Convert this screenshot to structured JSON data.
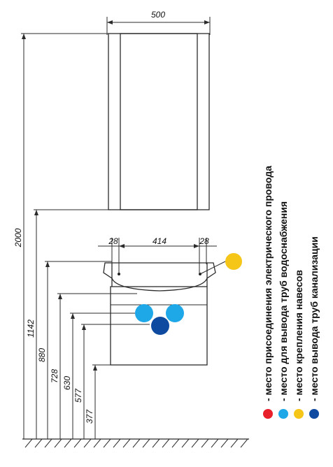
{
  "dimensions": {
    "cabinet_width": "500",
    "height_2000": "2000",
    "height_1142": "1142",
    "height_880": "880",
    "height_728": "728",
    "height_630": "630",
    "height_577": "577",
    "height_377": "377",
    "offset_left": "28",
    "center_span": "414",
    "offset_right": "28"
  },
  "legend": [
    {
      "label": "- место присоединения электрического провода",
      "color": "#e8202a"
    },
    {
      "label": "- место для вывода труб водоснабжения",
      "color": "#1ea8e8"
    },
    {
      "label": "- место крепления навесов",
      "color": "#f5c518"
    },
    {
      "label": "- место вывода труб канализации",
      "color": "#0d4aa0"
    }
  ],
  "colors": {
    "water_pipe": "#1ea8e8",
    "sewer_pipe": "#0d4aa0",
    "hanger_mount": "#f5c518"
  }
}
